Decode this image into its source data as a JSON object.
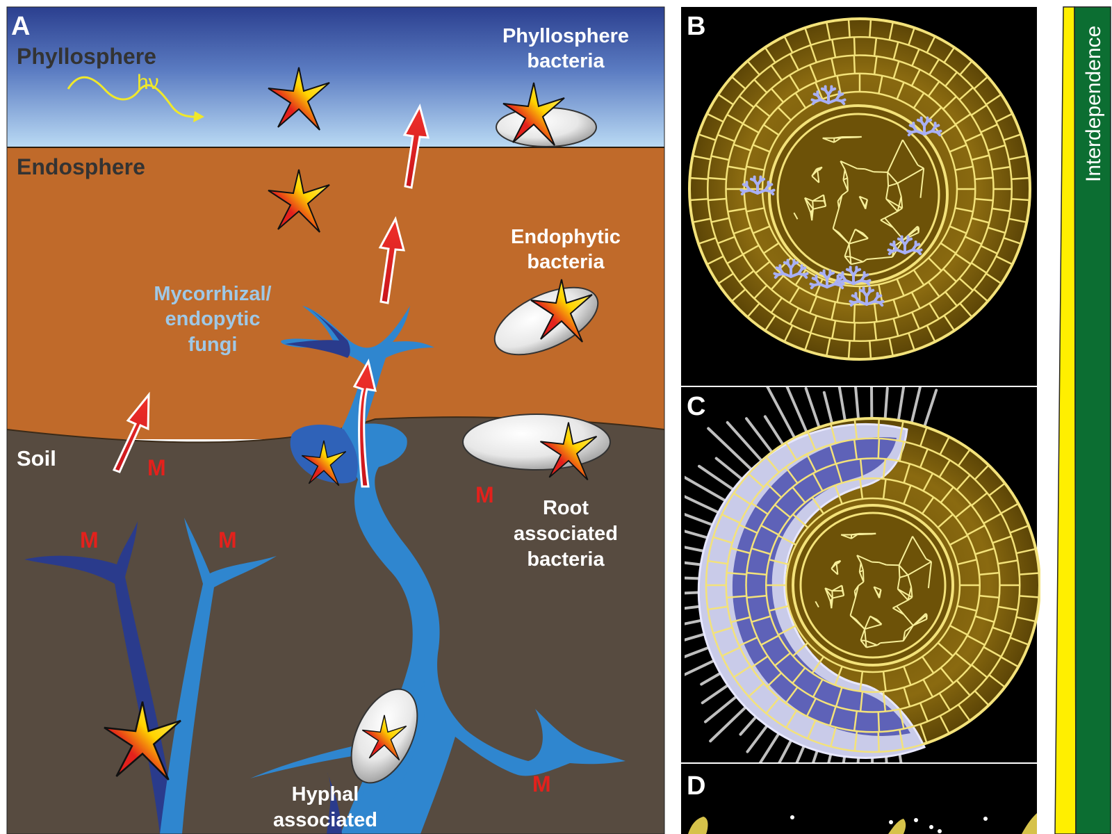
{
  "panelA": {
    "letter": "A",
    "zones": {
      "phyllosphere": "Phyllosphere",
      "endosphere": "Endosphere",
      "soil": "Soil"
    },
    "light": "hν",
    "phyllo_bacteria": [
      "Phyllosphere",
      "bacteria"
    ],
    "endo_bacteria": [
      "Endophytic",
      "bacteria"
    ],
    "myco_fungi": [
      "Mycorrhizal/",
      "endopytic",
      "fungi"
    ],
    "root_bacteria": [
      "Root",
      "associated",
      "bacteria"
    ],
    "hyphal_bacteria": [
      "Hyphal",
      "associated"
    ],
    "m_marker": "M"
  },
  "panels": {
    "b": "B",
    "c": "C",
    "d": "D"
  },
  "gradient": {
    "label": "Interdependence"
  },
  "colors": {
    "sky_top": "#2b3f8f",
    "sky_bottom": "#b9d8f3",
    "endosphere": "#c06a2a",
    "soil": "#574b40",
    "hypha_dark": "#2a3b8c",
    "hypha_light": "#2f86cf",
    "arrow": "#e3211c",
    "cortex": "#8a6a10",
    "cell_wall": "#f3e27a",
    "colonized": "#6f73c8",
    "bar_green": "#0c6e32",
    "bar_yellow": "#ffef00"
  }
}
